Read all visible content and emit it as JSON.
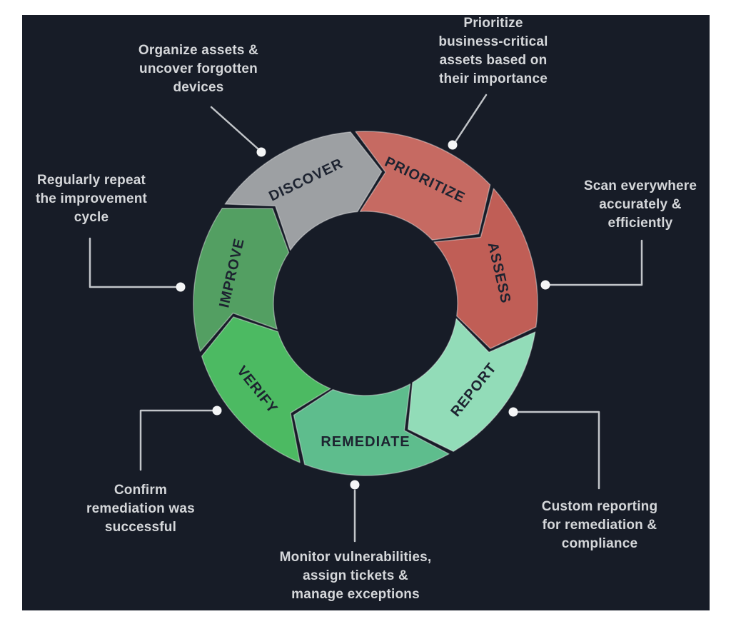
{
  "theme": {
    "page_bg": "#ffffff",
    "panel_bg": "#171c27",
    "annotation_text_color": "#d5d7da",
    "connector_color": "#c2c5c9",
    "dot_color": "#f4f5f6",
    "segment_label_color": "#1d2330",
    "segment_outline_color": "rgba(255,255,255,0.40)"
  },
  "cycle": {
    "direction": "clockwise",
    "segments": [
      {
        "id": "discover",
        "label": "DISCOVER",
        "color": "#9da0a3",
        "start_deg": 308.57,
        "end_deg": 360.0
      },
      {
        "id": "prioritize",
        "label": "PRIORITIZE",
        "color": "#c66a62",
        "start_deg": 0.0,
        "end_deg": 51.43
      },
      {
        "id": "assess",
        "label": "ASSESS",
        "color": "#c05e56",
        "start_deg": 51.43,
        "end_deg": 102.86
      },
      {
        "id": "report",
        "label": "REPORT",
        "color": "#92dcb8",
        "start_deg": 102.86,
        "end_deg": 154.29
      },
      {
        "id": "remediate",
        "label": "REMEDIATE",
        "color": "#5ebd8d",
        "start_deg": 154.29,
        "end_deg": 205.71
      },
      {
        "id": "verify",
        "label": "VERIFY",
        "color": "#4cba62",
        "start_deg": 205.71,
        "end_deg": 257.14
      },
      {
        "id": "improve",
        "label": "IMPROVE",
        "color": "#539f62",
        "start_deg": 257.14,
        "end_deg": 308.57
      }
    ]
  },
  "annotations": [
    {
      "id": "discover",
      "text": "Organize assets &\nuncover forgotten\ndevices"
    },
    {
      "id": "prioritize",
      "text": "Prioritize\nbusiness-critical\nassets based on\ntheir importance"
    },
    {
      "id": "assess",
      "text": "Scan everywhere\naccurately &\nefficiently"
    },
    {
      "id": "improve",
      "text": "Regularly repeat\nthe improvement\ncycle"
    },
    {
      "id": "verify",
      "text": "Confirm\nremediation was\nsuccessful"
    },
    {
      "id": "remediate",
      "text": "Monitor vulnerabilities,\nassign tickets &\nmanage exceptions"
    },
    {
      "id": "report",
      "text": "Custom reporting\nfor remediation &\ncompliance"
    }
  ]
}
